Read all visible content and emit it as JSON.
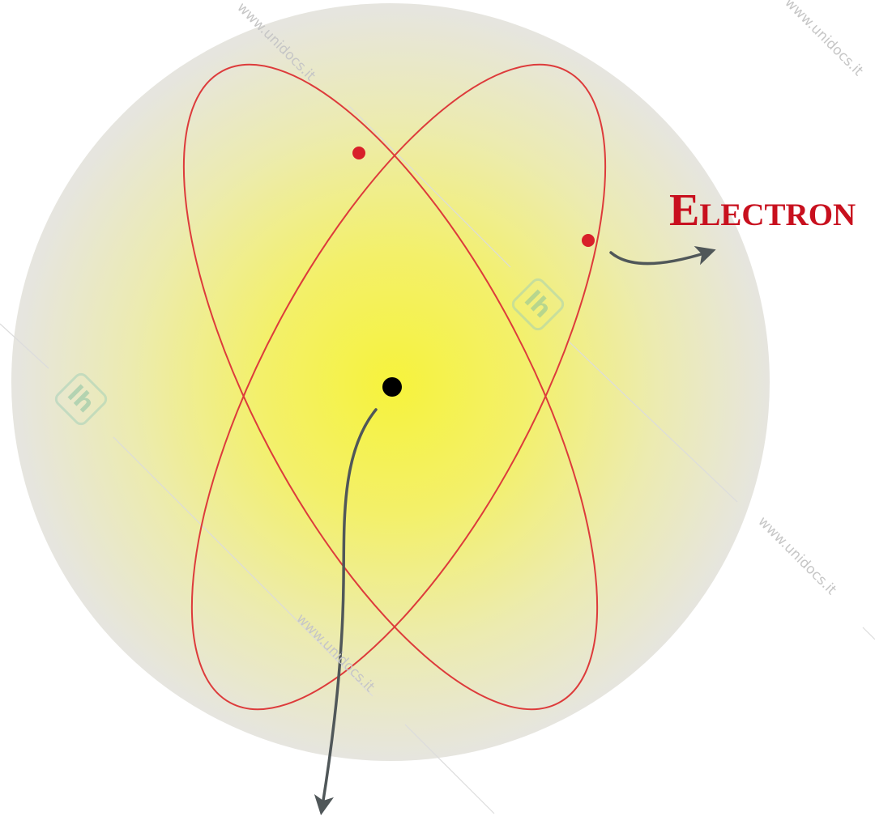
{
  "diagram": {
    "labels": {
      "electron": "Electron"
    },
    "watermark": {
      "text": "www.unidocs.it",
      "logo_text": "lh"
    },
    "colors": {
      "cloud_center": "#f6f33c",
      "cloud_edge": "#e6e5df",
      "orbit": "#dd3b3b",
      "electron": "#d8202a",
      "nucleus": "#000000",
      "arrow": "#505759",
      "label": "#c8101e",
      "watermark": "#c6c6c6"
    }
  }
}
